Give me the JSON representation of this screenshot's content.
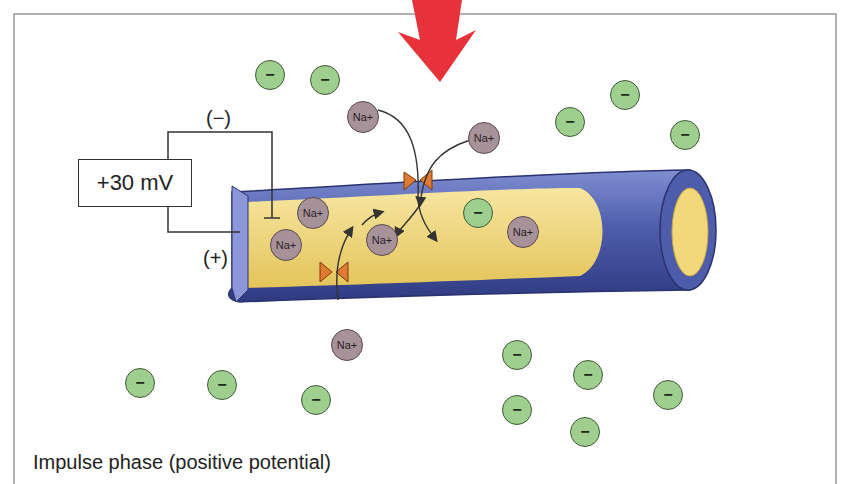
{
  "diagram": {
    "caption": "Impulse phase (positive potential)",
    "nodes": [
      {
        "text": [
          "−"
        ]
      },
      {
        "text": [
          "−"
        ]
      },
      {
        "text": [
          "Na+"
        ]
      },
      {
        "text": [
          "−"
        ]
      },
      {
        "text": [
          "−"
        ]
      },
      {
        "text": [
          "−"
        ]
      },
      {
        "text": [
          "Na+"
        ]
      },
      {
        "text": [
          "+30 mV"
        ]
      },
      {
        "text": [
          "Na+"
        ]
      },
      {
        "text": [
          "−"
        ]
      },
      {
        "text": [
          "Na+"
        ]
      },
      {
        "text": [
          "Na+"
        ]
      },
      {
        "text": [
          "Na+"
        ]
      },
      {
        "text": [
          "Na+"
        ]
      },
      {
        "text": [
          "−"
        ]
      },
      {
        "text": [
          "−"
        ]
      },
      {
        "text": [
          "−"
        ]
      },
      {
        "text": [
          "−"
        ]
      },
      {
        "text": [
          "−"
        ]
      },
      {
        "text": [
          "−"
        ]
      },
      {
        "text": [
          "−"
        ]
      },
      {
        "text": [
          "−"
        ]
      }
    ],
    "labels": [
      "(−)",
      "(+)"
    ]
  }
}
